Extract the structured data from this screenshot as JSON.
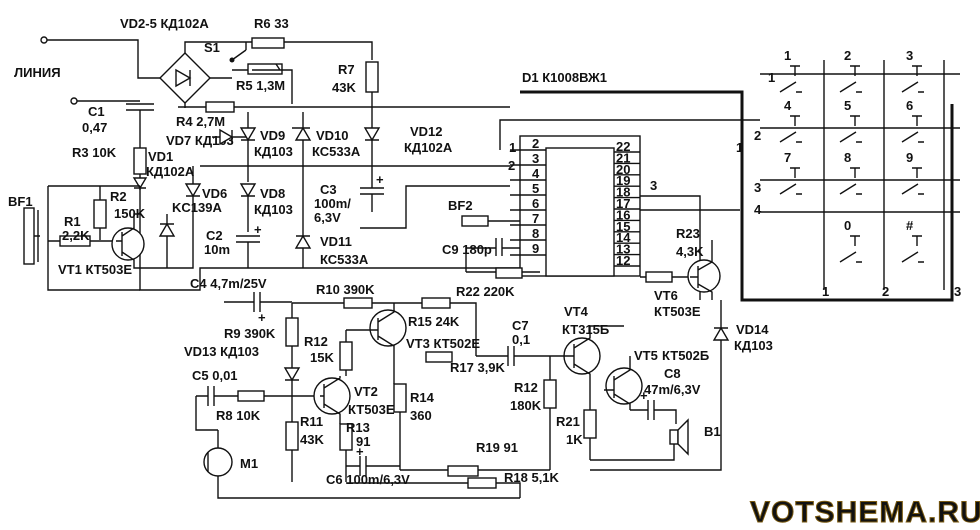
{
  "labels": {
    "line": "ЛИНИЯ",
    "vd25": "VD2-5 КД102А",
    "r6": "R6 33",
    "s1": "S1",
    "r5": "R5 1,3M",
    "r7": "R7",
    "r7v": "43K",
    "c1": "C1",
    "c1v": "0,47",
    "r3": "R3 10K",
    "vd7": "VD7 КД103",
    "vd1": "VD1",
    "vd1v": "КД102А",
    "r4": "R4 2,7M",
    "vd9": "VD9",
    "vd9v": "КД103",
    "vd10": "VD10",
    "vd10v": "КС533А",
    "vd12": "VD12",
    "vd12v": "КД102А",
    "d1": "D1 К1008ВЖ1",
    "bf1": "BF1",
    "r2": "R2",
    "r2v": "150K",
    "r1": "R1",
    "r1v": "2,2K",
    "vd6": "VD6",
    "kc139": "KC139A",
    "vd8": "VD8",
    "vd8v": "КД103",
    "c3": "C3",
    "c3v": "100m/",
    "c3v2": "6,3V",
    "bf2": "BF2",
    "c9": "C9 180р",
    "c2": "C2",
    "c2v": "10m",
    "vd11": "VD11",
    "vd11v": "КС533А",
    "vt1": "VT1 КТ503Е",
    "c4": "C4 4,7m/25V",
    "r10": "R10 390K",
    "r22": "R22 220K",
    "r23": "R23",
    "r23v": "4,3K",
    "vt6": "VT6",
    "vt6v": "КТ503Е",
    "r9": "R9 390K",
    "r12a": "R12",
    "r12av": "15K",
    "r15": "R15 24K",
    "vt3": "VT3 КТ502Е",
    "c7": "C7",
    "c7v": "0,1",
    "vt4": "VT4",
    "vt4v": "КТ315Б",
    "vd14": "VD14",
    "vd14v": "КД103",
    "vd13": "VD13 КД103",
    "r17": "R17 3,9K",
    "vt5": "VT5",
    "vt5v": "КТ502Б",
    "c5": "C5 0,01",
    "vt2": "VT2",
    "r14": "R14",
    "r14v": "360",
    "r12b": "R12",
    "r12bv": "180K",
    "c8": "C8",
    "c8v": "47m/6,3V",
    "r8": "R8 10K",
    "r11": "R11",
    "r11v": "43K",
    "vt2v": "КТ503Е",
    "r13": "R13",
    "r13v": "91",
    "r21": "R21",
    "r21v": "1K",
    "b1": "B1",
    "m1": "M1",
    "r19": "R19 91",
    "c6": "C6 100m/6,3V",
    "r18": "R18 5,1K"
  },
  "ic_pins_left": [
    "2",
    "3",
    "4",
    "5",
    "6",
    "7",
    "8",
    "9"
  ],
  "ic_pins_right": [
    "22",
    "21",
    "20",
    "19",
    "18",
    "17",
    "16",
    "15",
    "14",
    "13",
    "12"
  ],
  "ic_pin_top_left": "1",
  "keypad": {
    "keys": [
      "1",
      "2",
      "3",
      "4",
      "5",
      "6",
      "7",
      "8",
      "9",
      "0",
      "#"
    ],
    "rows": [
      "1",
      "2",
      "3",
      "4"
    ],
    "cols": [
      "1",
      "2",
      "3"
    ],
    "side_numbers": [
      "1",
      "2",
      "3"
    ]
  },
  "watermark": "VOTSHEMA.RU"
}
